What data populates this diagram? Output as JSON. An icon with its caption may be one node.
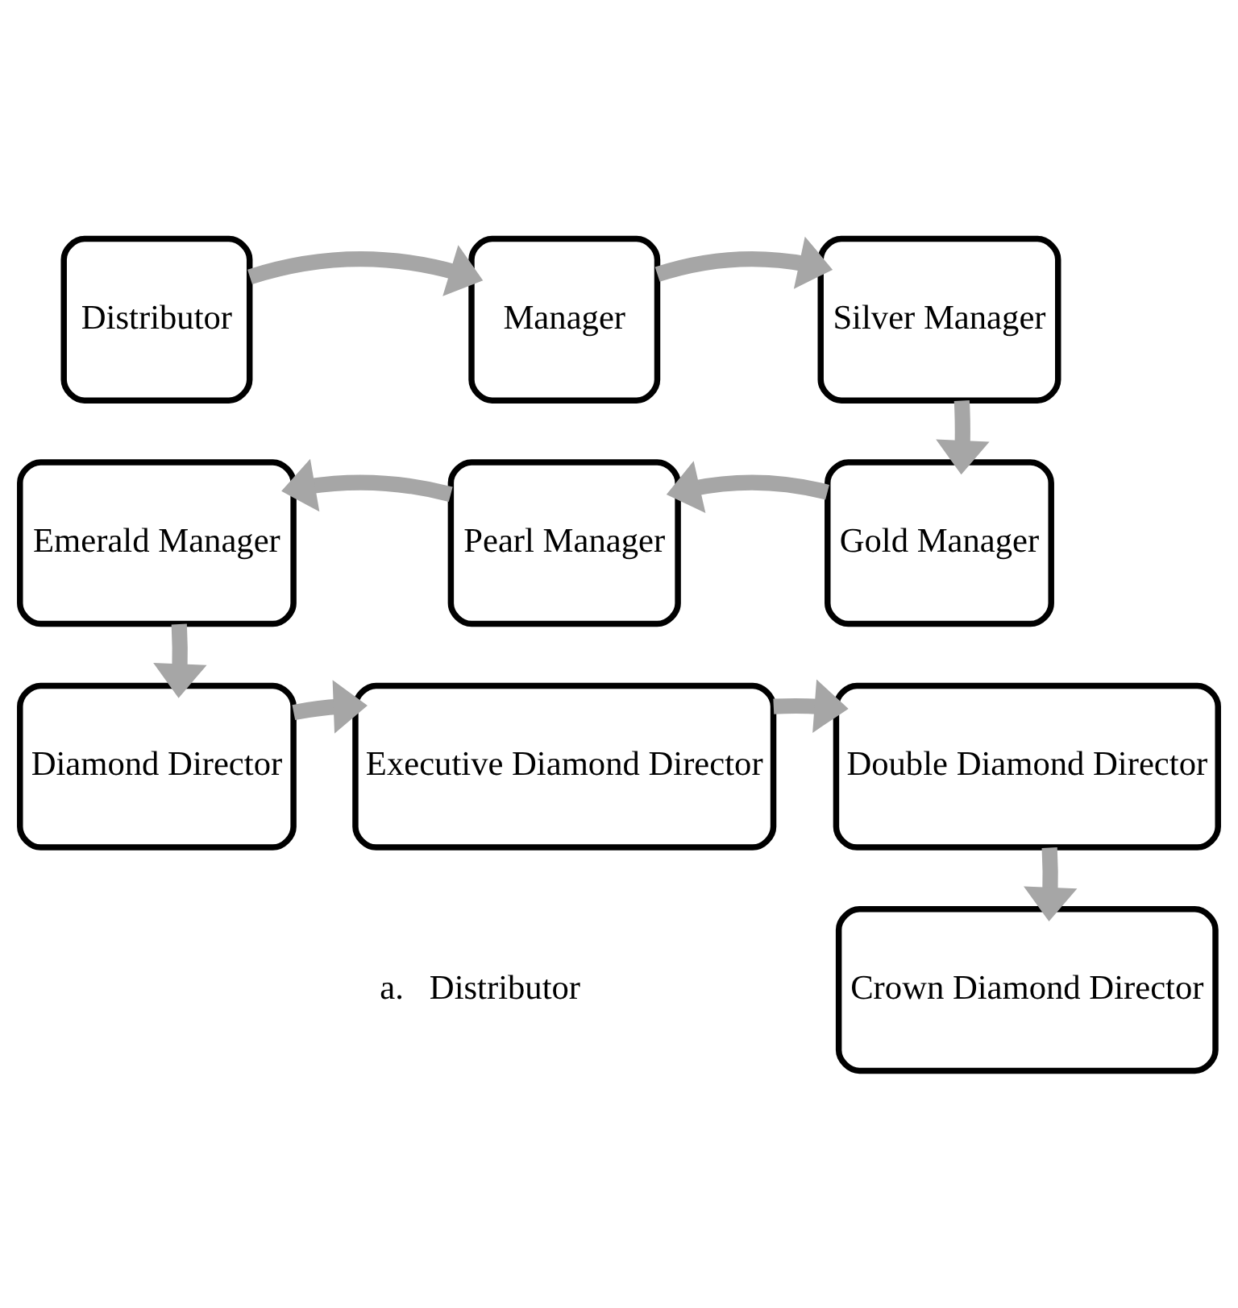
{
  "diagram": {
    "nodes": [
      {
        "text": [
          "Distributor"
        ]
      },
      {
        "text": [
          "Manager"
        ]
      },
      {
        "text": [
          "Silver Manager"
        ]
      },
      {
        "text": [
          "Emerald Manager"
        ]
      },
      {
        "text": [
          "Pearl Manager"
        ]
      },
      {
        "text": [
          "Gold Manager"
        ]
      },
      {
        "text": [
          "Diamond Director"
        ]
      },
      {
        "text": [
          "Executive Diamond Director"
        ]
      },
      {
        "text": [
          "Double Diamond Director"
        ]
      },
      {
        "text": [
          "Crown Diamond Director"
        ]
      }
    ],
    "edges": [
      {
        "from": 0,
        "to": 1,
        "arrow": "to"
      },
      {
        "from": 1,
        "to": 2,
        "arrow": "to"
      },
      {
        "from": 2,
        "to": 5,
        "arrow": "to"
      },
      {
        "from": 5,
        "to": 4,
        "arrow": "to"
      },
      {
        "from": 4,
        "to": 3,
        "arrow": "to"
      },
      {
        "from": 3,
        "to": 6,
        "arrow": "to"
      },
      {
        "from": 6,
        "to": 7,
        "arrow": "to"
      },
      {
        "from": 7,
        "to": 8,
        "arrow": "to"
      },
      {
        "from": 8,
        "to": 9,
        "arrow": "to"
      }
    ],
    "labels": [
      "a.   Distributor"
    ]
  }
}
